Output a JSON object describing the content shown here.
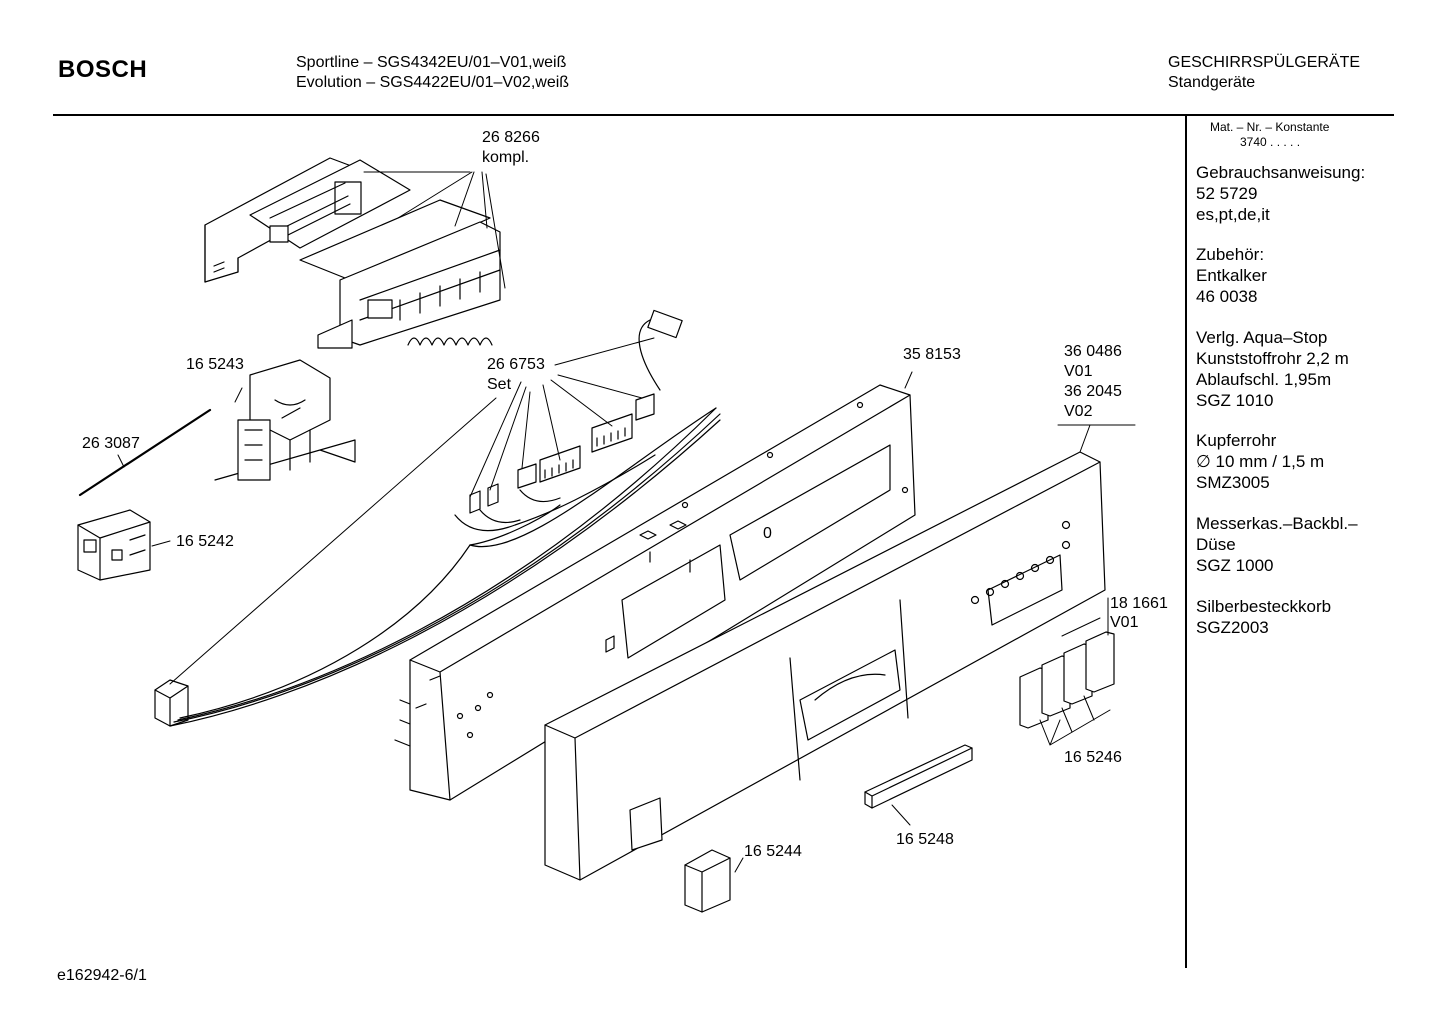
{
  "header": {
    "brand": "BOSCH",
    "model_line_1": "Sportline – SGS4342EU/01–V01,weiß",
    "model_line_2": "Evolution – SGS4422EU/01–V02,weiß",
    "category_1": "GESCHIRRSPÜLGERÄTE",
    "category_2": "Standgeräte"
  },
  "sidebar": {
    "mat_label": "Mat. – Nr. – Konstante",
    "mat_value": "3740  .  .  .  .  .",
    "blocks": [
      [
        "Gebrauchsanweisung:",
        "52 5729",
        "es,pt,de,it"
      ],
      [
        "Zubehör:",
        "Entkalker",
        "46 0038"
      ],
      [
        "Verlg. Aqua–Stop",
        "Kunststoffrohr 2,2 m",
        "Ablaufschl. 1,95m",
        "SGZ 1010"
      ],
      [
        "Kupferrohr",
        "∅ 10 mm / 1,5 m",
        "SMZ3005"
      ],
      [
        "Messerkas.–Backbl.–",
        "Düse",
        "SGZ 1000"
      ],
      [
        "Silberbesteckkorb",
        "SGZ2003"
      ]
    ]
  },
  "parts": {
    "p268266": "26 8266",
    "p268266_note": "kompl.",
    "p165243": "16 5243",
    "p263087": "26 3087",
    "p165242": "16 5242",
    "p266753": "26 6753",
    "p266753_note": "Set",
    "p358153": "35 8153",
    "p360486": "36 0486",
    "p360486_v": "V01",
    "p362045": "36 2045",
    "p362045_v": "V02",
    "p181661": "18 1661",
    "p181661_v": "V01",
    "p165246": "16 5246",
    "p165248": "16 5248",
    "p165244": "16 5244",
    "panel_mark": "0"
  },
  "footer": {
    "drawing_id": "e162942-6/1"
  }
}
